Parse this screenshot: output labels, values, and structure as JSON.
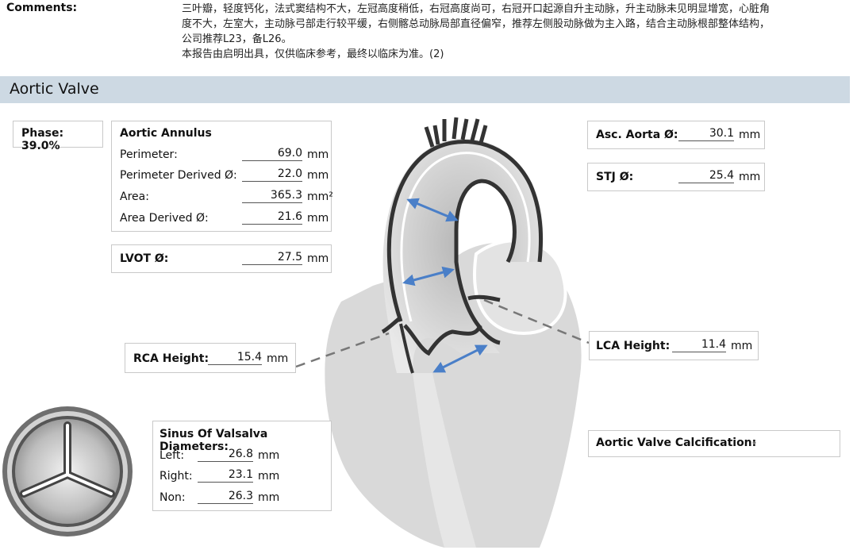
{
  "comments": {
    "label": "Comments:",
    "lines": [
      "三叶瓣，轻度钙化，法式窦结构不大，左冠高度稍低，右冠高度尚可，右冠开口起源自升主动脉，升主动脉未见明显增宽，心脏角",
      "度不大，左室大，主动脉弓部走行较平缓，右侧髂总动脉局部直径偏窄，推荐左侧股动脉做为主入路，结合主动脉根部整体结构，",
      "公司推荐L23，备L26。",
      "本报告由启明出具，仅供临床参考，最终以临床为准。(2)"
    ]
  },
  "section": {
    "title": "Aortic Valve"
  },
  "phase": {
    "label": "Phase: 39.0%"
  },
  "annulus": {
    "title": "Aortic Annulus",
    "rows": [
      {
        "label": "Perimeter:",
        "value": "69.0",
        "unit": "mm"
      },
      {
        "label": "Perimeter Derived Ø:",
        "value": "22.0",
        "unit": "mm"
      },
      {
        "label": "Area:",
        "value": "365.3",
        "unit": "mm²"
      },
      {
        "label": "Area Derived Ø:",
        "value": "21.6",
        "unit": "mm"
      }
    ]
  },
  "lvot": {
    "label": "LVOT Ø:",
    "value": "27.5",
    "unit": "mm"
  },
  "rca": {
    "label": "RCA Height:",
    "value": "15.4",
    "unit": "mm"
  },
  "lca": {
    "label": "LCA Height:",
    "value": "11.4",
    "unit": "mm"
  },
  "asc": {
    "label": "Asc. Aorta Ø:",
    "value": "30.1",
    "unit": "mm"
  },
  "stj": {
    "label": "STJ Ø:",
    "value": "25.4",
    "unit": "mm"
  },
  "sinus": {
    "title": "Sinus Of Valsalva Diameters:",
    "rows": [
      {
        "label": "Left:",
        "value": "26.8",
        "unit": "mm"
      },
      {
        "label": "Right:",
        "value": "23.1",
        "unit": "mm"
      },
      {
        "label": "Non:",
        "value": "26.3",
        "unit": "mm"
      }
    ]
  },
  "calc": {
    "label": "Aortic Valve Calcification:",
    "value": "-"
  },
  "colors": {
    "header_bg": "#cdd9e3",
    "arrow": "#4a7fc8",
    "heart_gray": "#d6d6d6"
  }
}
